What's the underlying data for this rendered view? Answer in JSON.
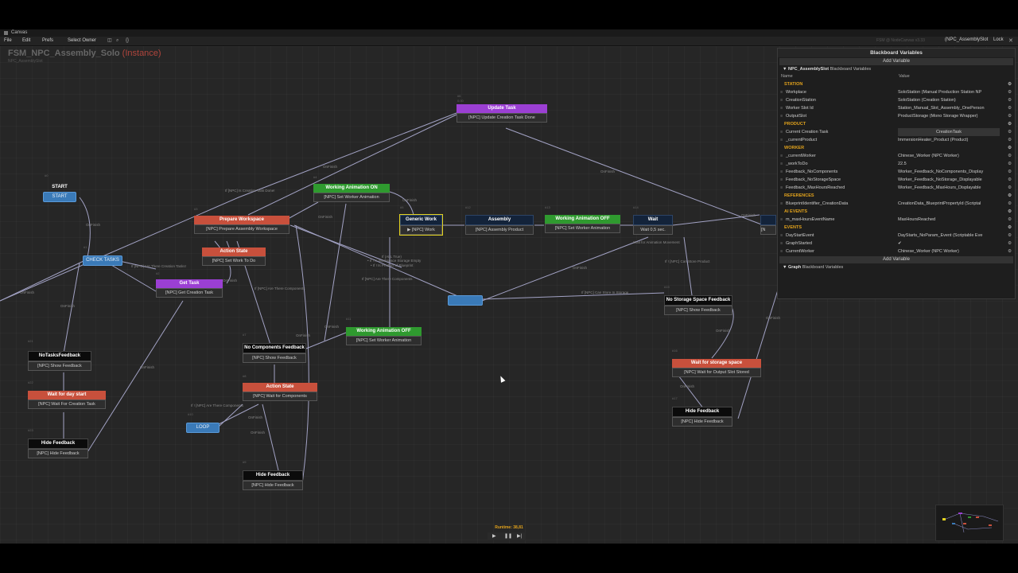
{
  "window": {
    "title": "Canvas"
  },
  "menu": {
    "file": "File",
    "edit": "Edit",
    "prefs": "Prefs",
    "select_owner": "Select Owner",
    "status": "FSM @ NodeCanvas v3.33",
    "owner_dropdown": "(NPC_AssemblySlot",
    "lock": "Lock"
  },
  "graph": {
    "name": "FSM_NPC_Assembly_Solo",
    "instance_tag": "(Instance)",
    "subtitle": "NPC_AssemblySlot"
  },
  "nodes": {
    "update_task": {
      "title": "Update Task",
      "action": "[NPC] Update Creation Task Done",
      "num": "#6",
      "dur": "0.00"
    },
    "start": {
      "title": "START",
      "pill": "START",
      "num": "#0"
    },
    "working_on": {
      "title": "Working Animation ON",
      "action": "[NPC] Set Worker Animation",
      "num": "#4"
    },
    "prepare": {
      "title": "Prepare Workspace",
      "action": "[NPC] Prepare Assembly Workspace",
      "num": "#3"
    },
    "action_state1": {
      "title": "Action State",
      "action": "[NPC] Set Work To Do"
    },
    "check_tasks": {
      "pill": "CHECK TASKS",
      "num": "#1"
    },
    "get_task": {
      "title": "Get Task",
      "action": "[NPC] Get Creation Task",
      "num": "#2"
    },
    "generic_work": {
      "title": "Generic Work",
      "action": "[NPC] Work",
      "num": "#5"
    },
    "assembly": {
      "title": "Assembly",
      "action": "[NPC] Assembly Product",
      "num": "#12"
    },
    "working_off1": {
      "title": "Working Animation OFF",
      "action": "[NPC] Set Worker Animation",
      "num": "#13"
    },
    "wait": {
      "title": "Wait",
      "action": "Wait 0,5 sec.",
      "num": "#14"
    },
    "no_storage": {
      "title": "No Storage Space Feedback",
      "action": "[NPC] Show Feedback",
      "num": "#15"
    },
    "no_tasks": {
      "title": "NoTasksFeedback",
      "action": "[NPC] Show Feedback",
      "num": "#21"
    },
    "wait_day": {
      "title": "Wait for day start",
      "action": "[NPC] Wait For Creation Task",
      "num": "#22"
    },
    "hide1": {
      "title": "Hide Feedback",
      "action": "[NPC] Hide Feedback",
      "num": "#23"
    },
    "no_components": {
      "title": "No Components Feedback",
      "action": "[NPC] Show Feedback",
      "num": "#7"
    },
    "working_off2": {
      "title": "Working Animation OFF",
      "action": "[NPC] Set Worker Animation",
      "num": "#11"
    },
    "action_state2": {
      "title": "Action State",
      "action": "[NPC] Wait for Components",
      "num": "#8"
    },
    "loop": {
      "pill": "LOOP",
      "num": "#10"
    },
    "hide2": {
      "title": "Hide Feedback",
      "action": "[NPC] Hide Feedback",
      "num": "#9"
    },
    "wait_storage": {
      "title": "Wait for storage space",
      "action": "[NPC] Wait for Output Slot Stored",
      "num": "#16"
    },
    "hide3": {
      "title": "Hide Feedback",
      "action": "[NPC] Hide Feedback",
      "num": "#17"
    },
    "partial": {
      "title": "[N"
    }
  },
  "edge_labels": {
    "onfinish": "OnFinish",
    "creation_task_done": "If [NPC] Is Creation Task Done!",
    "there_creation_task": "If [NPC] Are There Creation Tasks!",
    "are_components": "If [NPC] Are There Components",
    "are_components2": "If ! [NPC] Are There Components",
    "are_components3": "If [NPC] Are There Components",
    "can_store": "If [NPC] Can Store In Storage",
    "can_store2": "If ! [NPC] Can Store Product",
    "all_true": "If (ALL True)",
    "storage_empty": "• If ! Is Workspace Storage Empty",
    "product_blueprint": "• If ! Is Product of Blueprint",
    "wait_anim": "Wait for Animation Movement"
  },
  "blackboard": {
    "title": "Blackboard Variables",
    "add_variable": "Add Variable",
    "group_owner": "NPC_AssemblySlot",
    "group_suffix": "Blackboard Variables",
    "col_name": "Name",
    "col_value": "Value",
    "categories": {
      "station": "STATION",
      "product": "PRODUCT",
      "worker": "WORKER",
      "references": "REFERENCES",
      "ai_events": "AI EVENTS",
      "events": "EVENTS"
    },
    "station_rows": [
      {
        "name": "Workplace",
        "value": "SoloStation (Manual Production Station NP"
      },
      {
        "name": "CreationStation",
        "value": "SoloStation (Creation Station)"
      },
      {
        "name": "Worker Slot Id",
        "value": "Station_Manual_Slot_Assembly_OnePerson"
      },
      {
        "name": "OutputSlot",
        "value": "ProductStorage (Mono Storage Wrapper)"
      }
    ],
    "product_rows": [
      {
        "name": "Current Creation Task",
        "value": "CreationTask"
      },
      {
        "name": "_currentProduct",
        "value": "ImmersionHeater_Product (Product)"
      }
    ],
    "worker_rows": [
      {
        "name": "_currentWorker",
        "value": "Chinese_Worker (NPC Worker)"
      },
      {
        "name": "_workToDo",
        "value": "22.5"
      },
      {
        "name": "Feedback_NoComponents",
        "value": "Worker_Feedback_NoComponents_Display"
      },
      {
        "name": "Feedback_NoStorageSpace",
        "value": "Worker_Feedback_NoStorage_Displayable"
      },
      {
        "name": "Feedback_MaxHoursReached",
        "value": "Worker_Feedback_MaxHours_Displayable"
      }
    ],
    "references_rows": [
      {
        "name": "BlueprintIdentifier_CreationData",
        "value": "CreationData_BlueprintPropertyId (Scriptal"
      }
    ],
    "ai_events_rows": [
      {
        "name": "m_maxHoursEventName",
        "value": "MaxHoursReached"
      }
    ],
    "events_rows": [
      {
        "name": "DayStartEvent",
        "value": "DayStarts_NoParam_Event (Scriptable Eve"
      },
      {
        "name": "GraphStarted",
        "value": "✔"
      },
      {
        "name": "CurrentWorker",
        "value": "Chinese_Worker (NPC Worker)"
      }
    ],
    "graph_group": "Graph",
    "graph_suffix": "Blackboard Variables"
  },
  "footer": {
    "runtime": "Runtime: 38,81"
  },
  "colors": {
    "purple": "#9b3fd3",
    "red": "#c8503c",
    "green": "#2f9a2f",
    "blue": "#3a7ab8",
    "orange": "#e0a11c"
  }
}
